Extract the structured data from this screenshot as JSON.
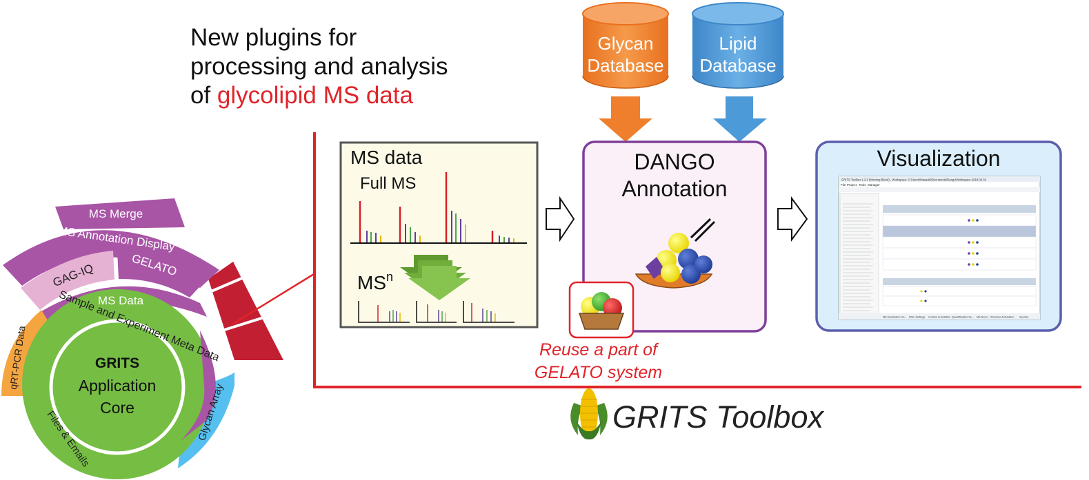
{
  "headline": {
    "line1": "New plugins for",
    "line2": "processing and analysis",
    "line3_prefix": "of ",
    "line3_highlight": "glycolipid MS data"
  },
  "databases": {
    "glycan": {
      "line1": "Glycan",
      "line2": "Database",
      "color": "#ef7f2c"
    },
    "lipid": {
      "line1": "Lipid",
      "line2": "Database",
      "color": "#4d9ad8"
    }
  },
  "ms_panel": {
    "title": "MS data",
    "full_ms_label": "Full MS",
    "msn_label": "MS",
    "msn_superscript": "n"
  },
  "dango": {
    "line1": "DANGO",
    "line2": "Annotation"
  },
  "visualization": {
    "title": "Visualization",
    "app_title": "GRITS Toolbox 1.2.3 (Morning Blend) - Workspace: C:\\Users\\Masaaki\\Documents\\Dango\\Workspace-2018.04.02",
    "menu": [
      "File",
      "Project",
      "Tools",
      "Manager"
    ],
    "tabs": [
      "MS Annotation Fra...",
      "Filter Settings",
      "Custom Annotation",
      "Quantification Se...",
      "MS Score",
      "Structure Annotation",
      "Spectra"
    ]
  },
  "reuse_note": {
    "line1": "Reuse a part of",
    "line2": "GELATO system"
  },
  "footer": {
    "title": "GRITS Toolbox"
  },
  "wheel": {
    "core_line1": "GRITS",
    "core_line2": "Application",
    "core_line3": "Core",
    "ring1_label": "Sample and Experiment Meta Data",
    "left_small": "qRT-PCR Data",
    "bottom_left": "Files & Emails",
    "bottom_right": "Glycan Array",
    "ms_data": "MS Data",
    "gag_iq": "GAG-IQ",
    "gelato": "GELATO",
    "ms_annotation_display": "MS Annotation Display",
    "ms_merge": "MS Merge"
  },
  "colors": {
    "red": "#e0242a",
    "green": "#76bd44",
    "purple": "#a855a6",
    "light_pink": "#e6b2d4",
    "dark_red": "#c31f33",
    "orange": "#f5a540",
    "sky": "#55bff0",
    "panel_purple": "#7f3f98",
    "panel_blue": "#4f66b0"
  }
}
